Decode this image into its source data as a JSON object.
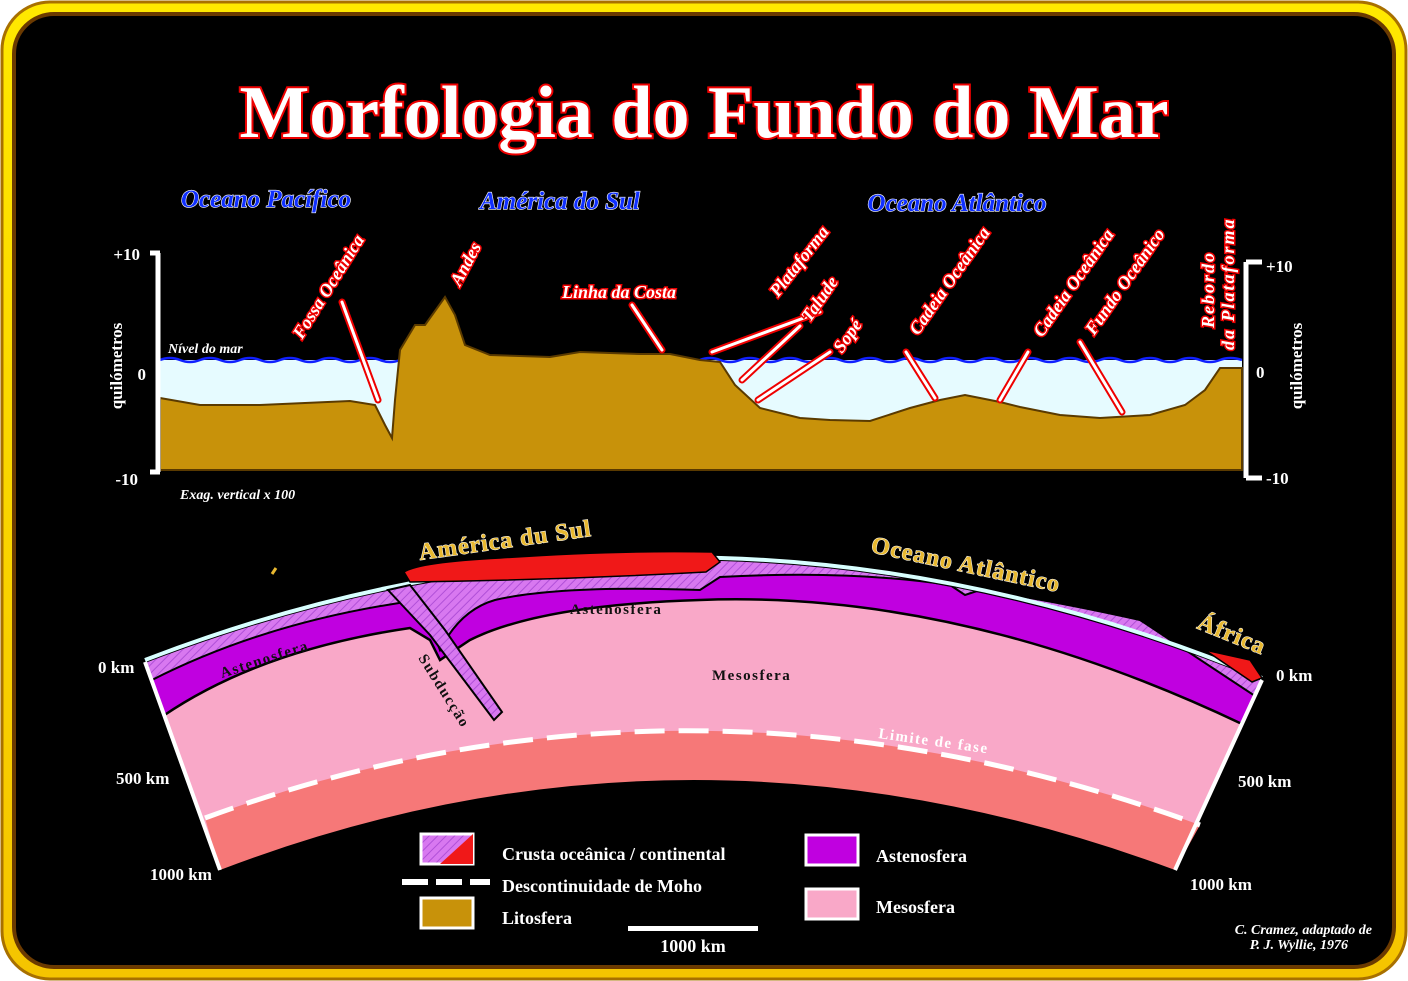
{
  "title": "Morfologia do Fundo do Mar",
  "regions": {
    "pacific": "Oceano Pacífico",
    "south_america": "América do Sul",
    "atlantic": "Oceano Atlântico"
  },
  "profile_annotations": {
    "fossa": "Fossa Oceânica",
    "andes": "Andes",
    "linha_costa": "Linha da Costa",
    "plataforma": "Plataforma",
    "talude": "Talude",
    "sope": "Sopé",
    "cadeia1": "Cadeia Oceânica",
    "cadeia2": "Cadeia Oceânica",
    "fundo": "Fundo Oceânico",
    "rebordo1": "Rebordo",
    "rebordo2": "da Plataforma"
  },
  "profile_axis": {
    "top": "+10",
    "zero": "0",
    "bottom": "-10",
    "unit_label": "quilómetros",
    "sea_level": "Nível do mar",
    "exaggeration": "Exag. vertical x 100"
  },
  "section_labels": {
    "south_america": "América du Sul",
    "atlantic": "Oceano Atlântico",
    "africa": "África",
    "astenosfera_left": "Astenosfera",
    "astenosfera_mid": "Astenosfera",
    "mesosfera": "Mesosfera",
    "subduccao": "Subducção",
    "limite_fase": "Limite de fase",
    "depth_0_left": "0 km",
    "depth_500_left": "500 km",
    "depth_1000_left": "1000 km",
    "depth_0_right": "0 km",
    "depth_500_right": "500 km",
    "depth_1000_right": "1000 km"
  },
  "legend": {
    "crust": "Crusta oceânica / continental",
    "moho": "Descontinuidade de Moho",
    "lithosphere": "Litosfera",
    "asthenosphere": "Astenosfera",
    "mesosphere": "Mesosfera"
  },
  "scale_bar": "1000 km",
  "credit": {
    "line1": "C. Cramez, adaptado  de",
    "line2": "P. J. Wyllie, 1976"
  },
  "colors": {
    "lithosphere": "#c8920a",
    "ocean": "#e6fbff",
    "asthenosphere": "#c000e0",
    "crust": "#d878f0",
    "mesosphere": "#f9a8c8",
    "lower_mantle": "#f67878",
    "continental": "#f01818"
  }
}
